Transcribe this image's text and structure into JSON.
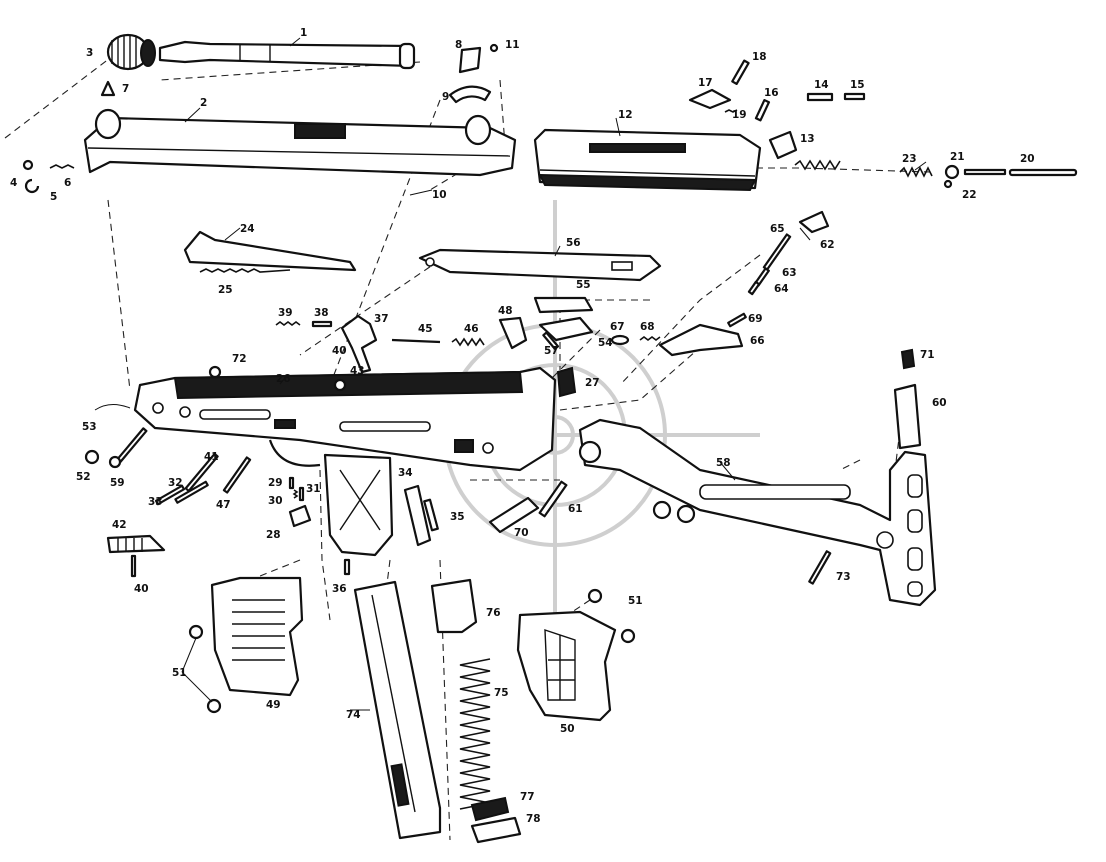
{
  "colors": {
    "ink": "#111111",
    "paper": "#ffffff",
    "watermark": "#cfcfcf"
  },
  "callouts": {
    "c1": "1",
    "c2": "2",
    "c3": "3",
    "c4": "4",
    "c5": "5",
    "c6": "6",
    "c7": "7",
    "c8": "8",
    "c9": "9",
    "c10": "10",
    "c11": "11",
    "c12": "12",
    "c13": "13",
    "c14": "14",
    "c15": "15",
    "c16": "16",
    "c17": "17",
    "c18": "18",
    "c19": "19",
    "c20": "20",
    "c21": "21",
    "c22": "22",
    "c23": "23",
    "c24": "24",
    "c25": "25",
    "c26": "26",
    "c27": "27",
    "c28": "28",
    "c29": "29",
    "c30": "30",
    "c31": "31",
    "c32": "32",
    "c33": "33",
    "c34": "34",
    "c35": "35",
    "c36": "36",
    "c37": "37",
    "c38": "38",
    "c39": "39",
    "c40a": "40",
    "c40b": "40",
    "c41": "41",
    "c42": "42",
    "c43": "43",
    "c45": "45",
    "c46": "46",
    "c47": "47",
    "c48": "48",
    "c49": "49",
    "c50": "50",
    "c51a": "51",
    "c51b": "51",
    "c52": "52",
    "c53": "53",
    "c54": "54",
    "c55": "55",
    "c56": "56",
    "c57": "57",
    "c58": "58",
    "c59": "59",
    "c60": "60",
    "c61": "61",
    "c62": "62",
    "c63": "63",
    "c64": "64",
    "c65": "65",
    "c66": "66",
    "c67": "67",
    "c68": "68",
    "c69": "69",
    "c70": "70",
    "c71": "71",
    "c72": "72",
    "c73": "73",
    "c74": "74",
    "c75": "75",
    "c76": "76",
    "c77": "77",
    "c78": "78"
  }
}
